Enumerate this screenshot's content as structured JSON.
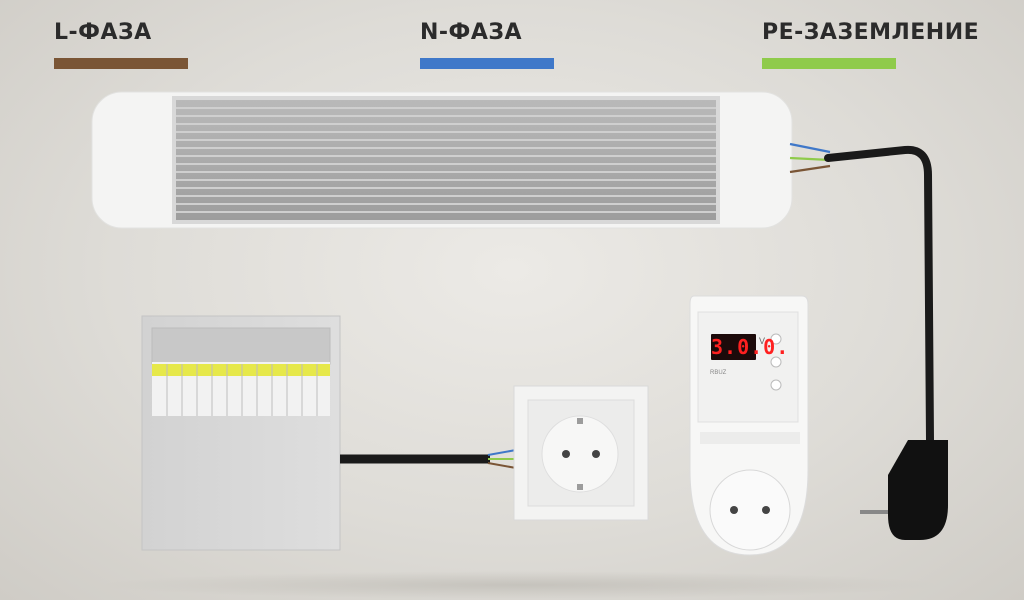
{
  "legend": {
    "l": {
      "label": "L-ФАЗА",
      "color": "#7a5535"
    },
    "n": {
      "label": "N-ФАЗА",
      "color": "#3f78c9"
    },
    "pe": {
      "label": "PE-ЗАЗЕМЛЕНИЕ",
      "color": "#8fcb4b"
    }
  },
  "relay": {
    "display": "3.0.0.",
    "unit": "V",
    "brand": "RBUZ"
  },
  "colors": {
    "cable": "#1a1a1a",
    "device": "#f4f4f3",
    "panel": "#d6d6d6",
    "breaker_cap": "#e6e84a"
  }
}
